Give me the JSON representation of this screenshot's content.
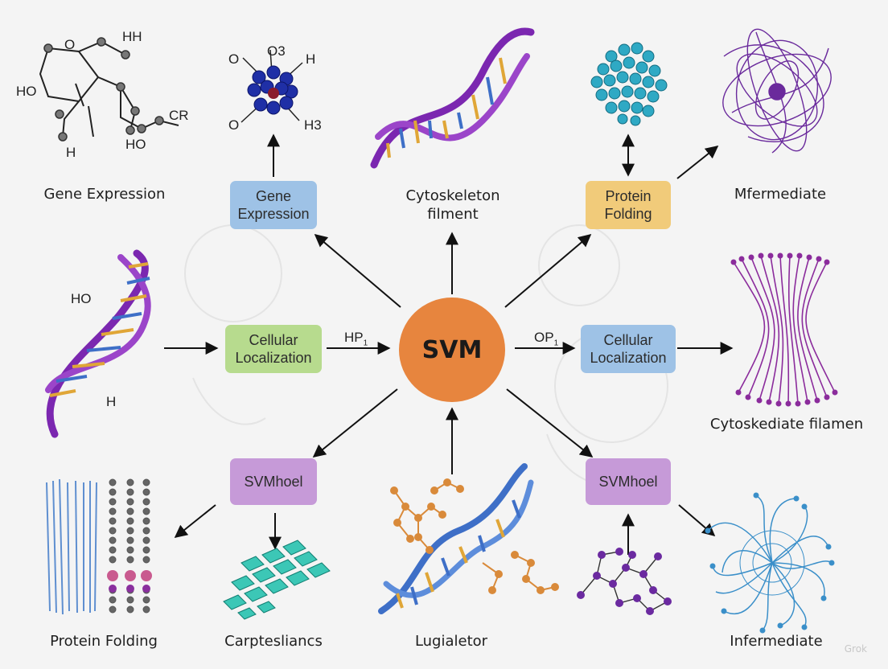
{
  "hub": {
    "label": "SVM"
  },
  "boxes": {
    "gene_expression": {
      "line1": "Gene",
      "line2": "Expression"
    },
    "protein_folding": {
      "line1": "Protein",
      "line2": "Folding"
    },
    "cellular_localization_left": {
      "line1": "Cellular",
      "line2": "Localization"
    },
    "cellular_localization_right": {
      "line1": "Cellular",
      "line2": "Localization"
    },
    "svm_model_left": {
      "label": "SVMhoel"
    },
    "svm_model_right": {
      "label": "SVMhoel"
    }
  },
  "captions": {
    "top_left": "Gene Expression",
    "top_center_1": "Cytoskeleton",
    "top_center_2": "filment",
    "top_right": "Mfermediate",
    "middle_right": "Cytoskediate filamen",
    "bottom_left": "Protein Folding",
    "bottom_center_left": "Carptesliancs",
    "bottom_center": "Lugialetor",
    "bottom_right": "Infermediate"
  },
  "arrow_labels": {
    "left_of_hub": "HP",
    "left_sub": "1",
    "right_of_hub": "OP",
    "right_sub": "1"
  },
  "molecule_labels": {
    "top_left": [
      "O",
      "HH",
      "HO",
      "CR",
      "HO",
      "H"
    ],
    "top_center": [
      "O",
      "O3",
      "H",
      "O",
      "H3"
    ],
    "dna_left": [
      "HO",
      "H"
    ]
  },
  "colors": {
    "hub": "#e7853e",
    "blue_box": "#9ec2e6",
    "yellow_box": "#f1cb7a",
    "green_box": "#b7db8e",
    "purple_box": "#c69ad8",
    "dna_purple": "#8a2fb3",
    "dna_blue": "#3e6fc7"
  },
  "watermark": "Grok"
}
